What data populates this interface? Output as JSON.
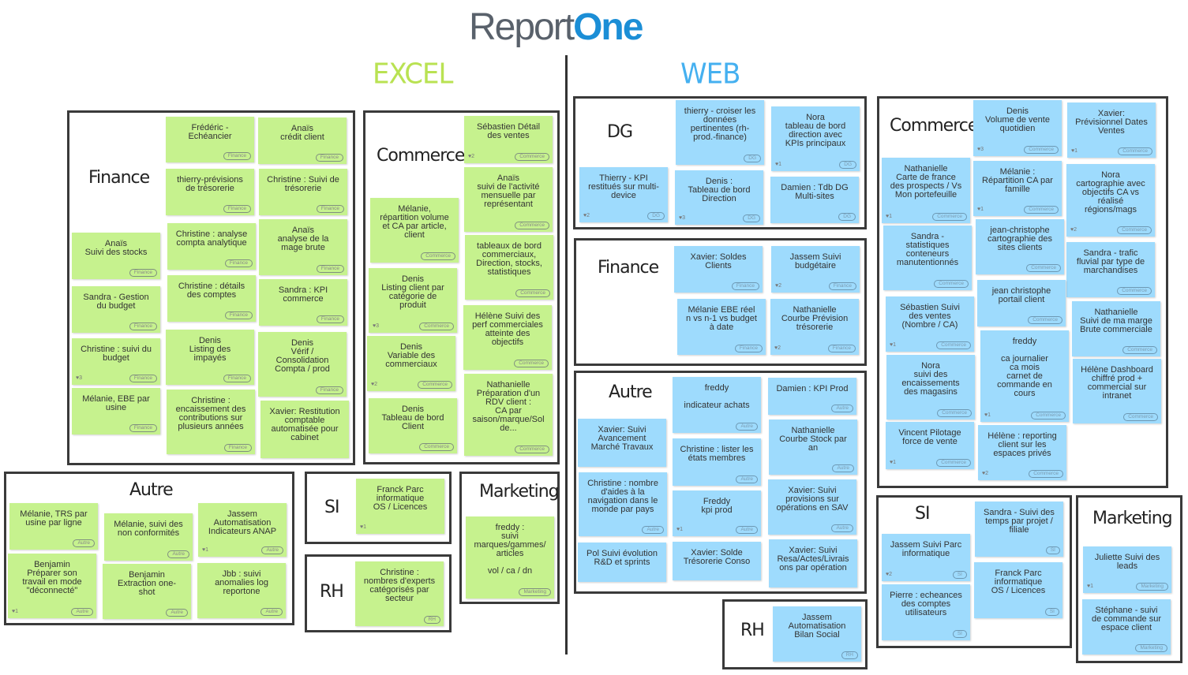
{
  "logo": {
    "part1": "Report",
    "part2": "One"
  },
  "sections": {
    "excel": "EXCEL",
    "web": "WEB"
  },
  "colors": {
    "excel_note": "#c6f28e",
    "web_note": "#9edbfd",
    "excel_title": "#b9e252",
    "web_title": "#45b0f0",
    "logo_blue": "#1b8ed6"
  },
  "boards": [
    {
      "section": "excel",
      "title": "Finance",
      "notes": [
        {
          "text": "Frédéric -\nEchéancier",
          "tag": "Finance"
        },
        {
          "text": "Anaïs\ncrédit client",
          "tag": "Finance"
        },
        {
          "text": "thierry-prévisions\nde trésorerie",
          "tag": "Finance"
        },
        {
          "text": "Christine : Suivi de\ntrésorerie",
          "tag": "Finance"
        },
        {
          "text": "Anaïs\nSuivi des stocks",
          "tag": "Finance"
        },
        {
          "text": "Christine : analyse\ncompta analytique",
          "tag": "Finance"
        },
        {
          "text": "Anaïs\nanalyse de la\nmage brute",
          "tag": "Finance"
        },
        {
          "text": "Sandra - Gestion\ndu budget",
          "tag": "Finance"
        },
        {
          "text": "Christine : détails\ndes comptes",
          "tag": "Finance"
        },
        {
          "text": "Sandra : KPI\ncommerce",
          "tag": "Finance"
        },
        {
          "text": "Christine : suivi du\nbudget",
          "tag": "Finance",
          "likes": "3"
        },
        {
          "text": "Denis\nListing des\nimpayés",
          "tag": "Finance"
        },
        {
          "text": "Denis\nVérif /\nConsolidation\nCompta / prod",
          "tag": "Finance"
        },
        {
          "text": "Mélanie, EBE par\nusine",
          "tag": "Finance"
        },
        {
          "text": "Christine :\nencaissement des\ncontributions sur\nplusieurs années",
          "tag": "Finance"
        },
        {
          "text": "Xavier: Restitution\ncomptable\nautomatisée pour\ncabinet"
        }
      ]
    },
    {
      "section": "excel",
      "title": "Commerce",
      "notes": [
        {
          "text": "Sébastien Détail\ndes ventes",
          "tag": "Commerce",
          "likes": "2"
        },
        {
          "text": "Anaïs\nsuivi de l'activité\nmensuelle par\nreprésentant",
          "tag": "Commerce"
        },
        {
          "text": "Mélanie,\nrépartition volume\net CA par article,\nclient",
          "tag": "Commerce"
        },
        {
          "text": "tableaux de bord\ncommerciaux,\nDirection, stocks,\nstatistiques",
          "tag": "Commerce"
        },
        {
          "text": "Denis\nListing client par\ncatégorie de\nproduit",
          "tag": "Commerce",
          "likes": "3"
        },
        {
          "text": "Hélène Suivi des\nperf commerciales\natteinte des\nobjectifs",
          "tag": "Commerce"
        },
        {
          "text": "Denis\nVariable des\ncommerciaux",
          "tag": "Commerce",
          "likes": "2"
        },
        {
          "text": "Nathanielle\nPréparation d'un\nRDV client :\nCA par\nsaison/marque/Sol\nde...",
          "tag": "Commerce"
        },
        {
          "text": "Denis\nTableau de bord\nClient",
          "tag": "Commerce"
        }
      ]
    },
    {
      "section": "excel",
      "title": "Autre",
      "notes": [
        {
          "text": "Mélanie, TRS par\nusine par ligne",
          "tag": "Autre"
        },
        {
          "text": "Mélanie, suivi des\nnon conformités",
          "tag": "Autre"
        },
        {
          "text": "Jassem\nAutomatisation\nIndicateurs ANAP",
          "tag": "Autre",
          "likes": "1"
        },
        {
          "text": "Benjamin\nPréparer son\ntravail en mode\n\"déconnecté\"",
          "tag": "Autre",
          "likes": "1"
        },
        {
          "text": "Benjamin\nExtraction one-\nshot",
          "tag": "Autre"
        },
        {
          "text": "Jbb : suivi\nanomalies log\nreportone",
          "tag": "Autre"
        }
      ]
    },
    {
      "section": "excel",
      "title": "SI",
      "notes": [
        {
          "text": "Franck Parc\ninformatique\nOS / Licences",
          "likes": "1"
        }
      ]
    },
    {
      "section": "excel",
      "title": "RH",
      "notes": [
        {
          "text": "Christine :\nnombres d'experts\ncatégorisés par\nsecteur",
          "tag": "RH"
        }
      ]
    },
    {
      "section": "excel",
      "title": "Marketing",
      "notes": [
        {
          "text": "freddy :\nsuivi\nmarques/gammes/\narticles\n\nvol / ca / dn",
          "tag": "Marketing"
        }
      ]
    },
    {
      "section": "web",
      "title": "DG",
      "notes": [
        {
          "text": "thierry - croiser les\ndonnées\npertinentes (rh-\nprod.-finance)",
          "tag": "DG"
        },
        {
          "text": "Nora\ntableau de bord\ndirection avec\nKPIs principaux",
          "tag": "DG",
          "likes": "1"
        },
        {
          "text": "Thierry - KPI\nrestitués sur multi-\ndevice",
          "tag": "DG",
          "likes": "2"
        },
        {
          "text": "Denis :\nTableau de bord\nDirection",
          "tag": "DG",
          "likes": "3"
        },
        {
          "text": "Damien : Tdb DG\nMulti-sites",
          "tag": "DG"
        }
      ]
    },
    {
      "section": "web",
      "title": "Finance",
      "notes": [
        {
          "text": "Xavier: Soldes\nClients",
          "tag": "Finance"
        },
        {
          "text": "Jassem Suivi\nbudgétaire",
          "tag": "Finance",
          "likes": "2"
        },
        {
          "text": "Mélanie EBE réel\nn vs n-1 vs budget\nà date",
          "tag": "Finance"
        },
        {
          "text": "Nathanielle\nCourbe Prévision\ntrésorerie",
          "tag": "Finance",
          "likes": "2"
        }
      ]
    },
    {
      "section": "web",
      "title": "Autre",
      "notes": [
        {
          "text": "freddy\n\nindicateur achats",
          "tag": "Autre"
        },
        {
          "text": "Damien : KPI Prod",
          "tag": "Autre"
        },
        {
          "text": "Xavier: Suivi\nAvancement\nMarché Travaux"
        },
        {
          "text": "Nathanielle\nCourbe Stock par\nan",
          "tag": "Autre"
        },
        {
          "text": "Christine : lister les\nétats membres",
          "tag": "Autre"
        },
        {
          "text": "Christine : nombre\nd'aides à la\nnavigation dans le\nmonde par pays",
          "tag": "Autre"
        },
        {
          "text": "Xavier: Suivi\nprovisions sur\nopérations en SAV",
          "tag": "Autre"
        },
        {
          "text": "Freddy\nkpi prod",
          "tag": "Autre",
          "likes": "1"
        },
        {
          "text": "Pol Suivi évolution\nR&D et sprints"
        },
        {
          "text": "Xavier: Solde\nTrésorerie Conso"
        },
        {
          "text": "Xavier: Suivi\nResa/Actes/Livrais\nons par opération"
        }
      ]
    },
    {
      "section": "web",
      "title": "RH",
      "notes": [
        {
          "text": "Jassem\nAutomatisation\nBilan Social",
          "tag": "RH"
        }
      ]
    },
    {
      "section": "web",
      "title": "Commerce",
      "notes": [
        {
          "text": "Denis\nVolume de vente\nquotidien",
          "tag": "Commerce",
          "likes": "3"
        },
        {
          "text": "Xavier:\nPrévisionnel Dates\nVentes",
          "tag": "Commerce",
          "likes": "1"
        },
        {
          "text": "Nathanielle\nCarte de france\ndes prospects / Vs\nMon portefeuille",
          "tag": "Commerce",
          "likes": "1"
        },
        {
          "text": "Mélanie :\nRépartition CA par\nfamille",
          "tag": "Commerce",
          "likes": "1"
        },
        {
          "text": "Nora\ncartographie avec\nobjectifs CA vs\nréalisé\nrégions/mags",
          "tag": "Commerce",
          "likes": "2"
        },
        {
          "text": "Sandra -\nstatistiques\nconteneurs\nmanutentionnés",
          "tag": "Commerce"
        },
        {
          "text": "jean-christophe\ncartographie des\nsites clients",
          "tag": "Commerce"
        },
        {
          "text": "Sandra - trafic\nfluvial par type de\nmarchandises",
          "tag": "Commerce"
        },
        {
          "text": "jean christophe\nportail client",
          "tag": "Commerce"
        },
        {
          "text": "Sébastien Suivi\ndes ventes\n(Nombre / CA)",
          "tag": "Commerce",
          "likes": "1"
        },
        {
          "text": "Nathanielle\nSuivi de ma marge\nBrute commerciale",
          "tag": "Commerce"
        },
        {
          "text": "freddy\n\nca journalier\nca mois\ncarnet de\ncommande en\ncours",
          "tag": "Commerce",
          "likes": "1"
        },
        {
          "text": "Nora\nsuivi des\nencaissements\ndes magasins",
          "tag": "Commerce"
        },
        {
          "text": "Hélène Dashboard\nchiffré prod +\ncommercial sur\nintranet",
          "tag": "Commerce"
        },
        {
          "text": "Vincent Pilotage\nforce de vente",
          "tag": "Commerce",
          "likes": "1"
        },
        {
          "text": "Hélène : reporting\nclient sur les\nespaces privés",
          "tag": "Commerce",
          "likes": "2"
        }
      ]
    },
    {
      "section": "web",
      "title": "SI",
      "notes": [
        {
          "text": "Sandra - Suivi des\ntemps par projet /\nfiliale",
          "tag": "SI"
        },
        {
          "text": "Jassem Suivi Parc\ninformatique",
          "tag": "SI",
          "likes": "2"
        },
        {
          "text": "Franck Parc\ninformatique\nOS / Licences",
          "tag": "SI"
        },
        {
          "text": "Pierre : echeances\ndes comptes\nutilisateurs",
          "tag": "SI"
        }
      ]
    },
    {
      "section": "web",
      "title": "Marketing",
      "notes": [
        {
          "text": "Juliette Suivi des\nleads",
          "tag": "Marketing",
          "likes": "1"
        },
        {
          "text": "Stéphane - suivi\nde commande sur\nespace client",
          "tag": "Marketing"
        }
      ]
    }
  ]
}
